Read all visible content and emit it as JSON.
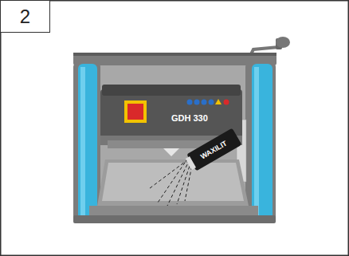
{
  "diagram": {
    "nodes": [
      {
        "text": [
          "2"
        ]
      }
    ],
    "labels": [
      "GDH 330",
      "WAXILIT"
    ]
  }
}
